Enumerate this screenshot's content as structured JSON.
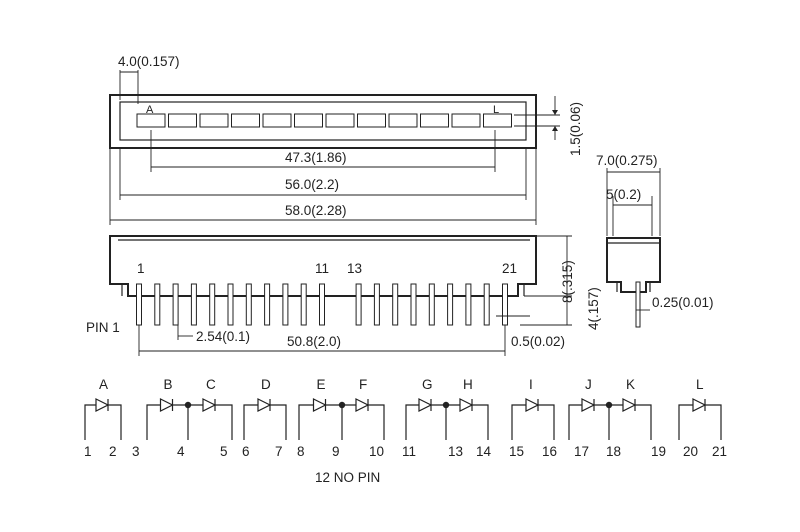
{
  "top_view": {
    "label_a": "A",
    "label_l": "L",
    "dim_offset": "4.0(0.157)",
    "dim_segment_height": "1.5(0.06)",
    "dim_inner": "47.3(1.86)",
    "dim_body": "56.0(2.2)",
    "dim_overall": "58.0(2.28)"
  },
  "side_view": {
    "dim_depth": "7.0(0.275)",
    "dim_inner_depth": "5(0.2)",
    "dim_pin_thickness": "0.25(0.01)"
  },
  "front_view": {
    "pin_labels": [
      "1",
      "11",
      "13",
      "21"
    ],
    "dim_body_height": "8(.315)",
    "dim_pin_length": "4(.157)",
    "pin1_label": "PIN 1",
    "dim_pitch": "2.54(0.1)",
    "dim_span": "50.8(2.0)",
    "dim_pin_width": "0.5(0.02)"
  },
  "schematic": {
    "segments": [
      "A",
      "B",
      "C",
      "D",
      "E",
      "F",
      "G",
      "H",
      "I",
      "J",
      "K",
      "L"
    ],
    "pins": [
      "1",
      "2",
      "3",
      "4",
      "5",
      "6",
      "7",
      "8",
      "9",
      "10",
      "11",
      "13",
      "14",
      "15",
      "16",
      "17",
      "18",
      "19",
      "20",
      "21"
    ],
    "note": "12 NO PIN"
  }
}
